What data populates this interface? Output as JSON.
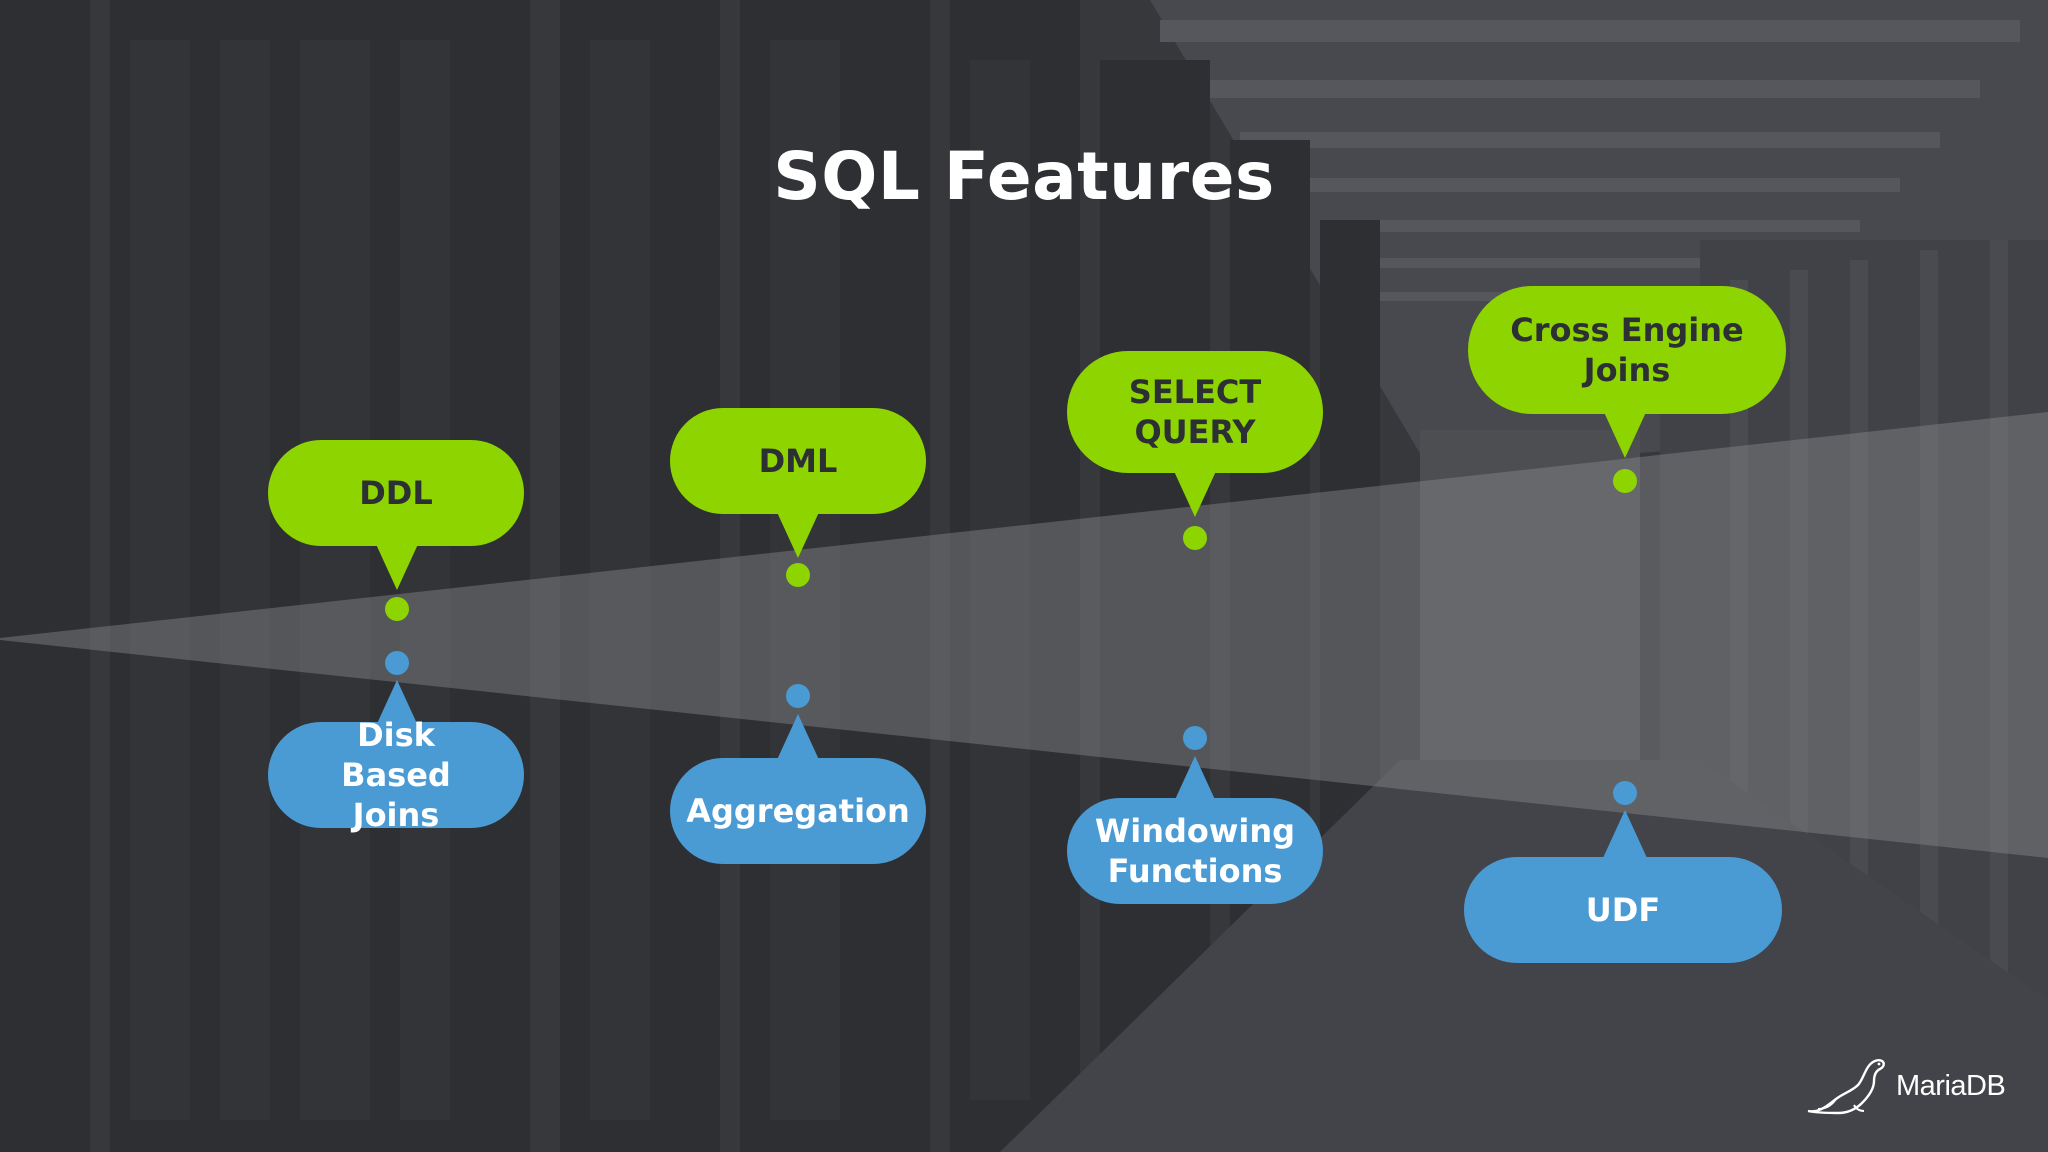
{
  "slide": {
    "title": "SQL Features",
    "brand": "MariaDB"
  },
  "colors": {
    "green": "#8ed400",
    "blue": "#4a9ad4",
    "background": "#3b3d41"
  },
  "top_features": [
    {
      "label": "DDL"
    },
    {
      "label": "DML"
    },
    {
      "label": "SELECT QUERY"
    },
    {
      "label": "Cross Engine Joins"
    }
  ],
  "bottom_features": [
    {
      "label": "Disk Based Joins"
    },
    {
      "label": "Aggregation"
    },
    {
      "label": "Windowing Functions"
    },
    {
      "label": "UDF"
    }
  ],
  "icons": [
    "mariadb-seal-logo-icon"
  ]
}
